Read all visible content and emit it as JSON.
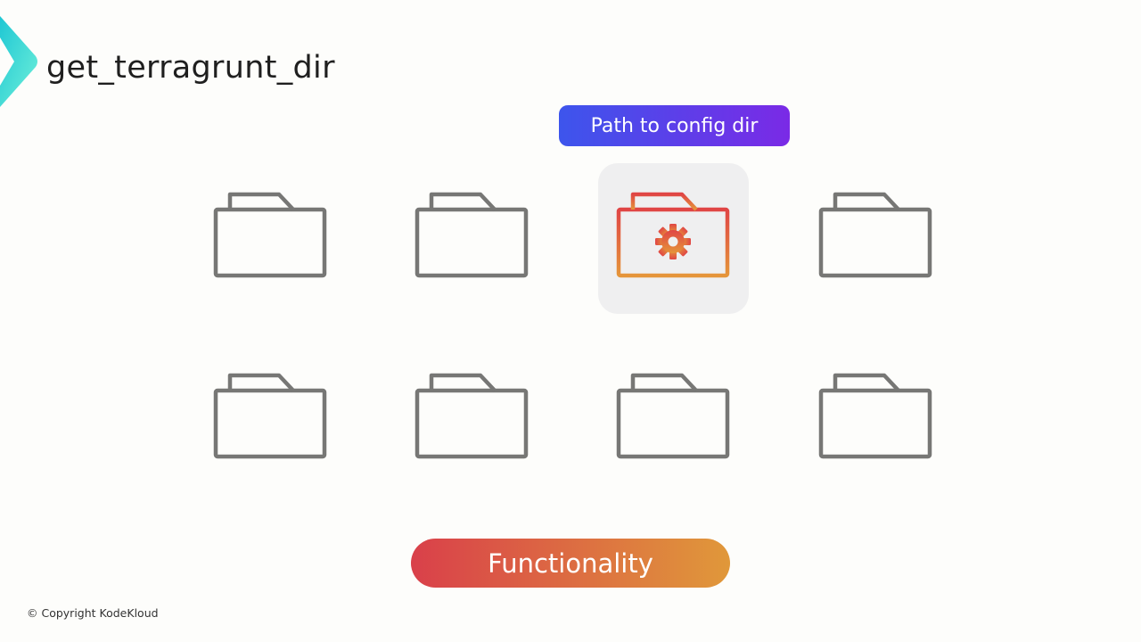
{
  "slide": {
    "title": "get_terragrunt_dir",
    "callout": "Path to config dir",
    "button": "Functionality",
    "copyright": "© Copyright KodeKloud"
  },
  "colors": {
    "folder": "#777775",
    "callout_start": "#3d55ec",
    "callout_end": "#7a2ae6",
    "pill_start": "#d9404a",
    "pill_end": "#e0983a",
    "highlight_start": "#e04545",
    "highlight_end": "#e5953a"
  },
  "folders": [
    {
      "icon": "folder-icon"
    },
    {
      "icon": "folder-icon"
    },
    {
      "icon": "folder-gear-icon",
      "highlighted": true
    },
    {
      "icon": "folder-icon"
    },
    {
      "icon": "folder-icon"
    },
    {
      "icon": "folder-icon"
    },
    {
      "icon": "folder-icon"
    },
    {
      "icon": "folder-icon"
    }
  ]
}
